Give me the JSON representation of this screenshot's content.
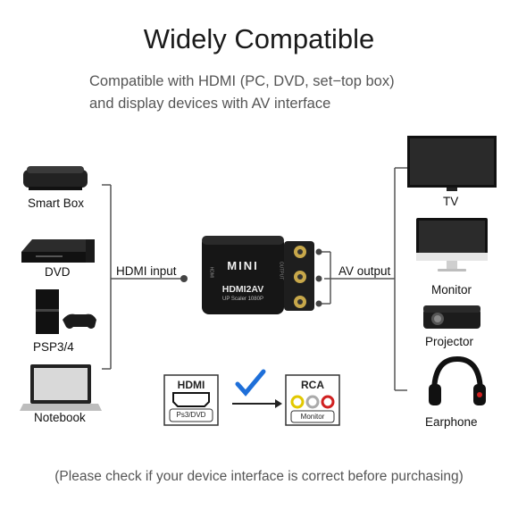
{
  "title": "Widely Compatible",
  "subtitle_line1": "Compatible with HDMI (PC, DVD, set−top box)",
  "subtitle_line2": "and display devices with AV interface",
  "sources": [
    {
      "label": "Smart Box",
      "icon": "smart-box-icon"
    },
    {
      "label": "DVD",
      "icon": "dvd-player-icon"
    },
    {
      "label": "PSP3/4",
      "icon": "game-console-icon"
    },
    {
      "label": "Notebook",
      "icon": "notebook-icon"
    }
  ],
  "displays": [
    {
      "label": "TV",
      "icon": "tv-icon"
    },
    {
      "label": "Monitor",
      "icon": "monitor-icon"
    },
    {
      "label": "Projector",
      "icon": "projector-icon"
    },
    {
      "label": "Earphone",
      "icon": "headphones-icon"
    }
  ],
  "hdmi_input_label": "HDMI input",
  "av_output_label": "AV output",
  "device": {
    "brand": "MINI",
    "model": "HDMI2AV",
    "detail": "UP Scaler 1080P",
    "side_label_left": "HDMI",
    "side_label_right": "OUTPUT"
  },
  "diagram": {
    "hdmi_tag": "HDMI",
    "hdmi_sub": "Ps3/DVD",
    "rca_tag": "RCA",
    "rca_sub": "Monitor",
    "check_color": "#1e6fd9"
  },
  "footer_note": "(Please check if your device interface is correct before purchasing)"
}
